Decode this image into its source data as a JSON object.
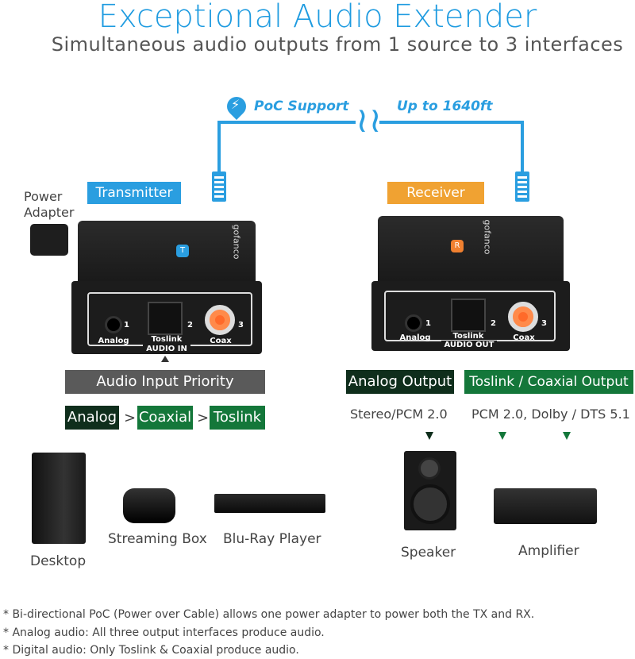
{
  "header": {
    "title": "Exceptional Audio Extender",
    "subtitle": "Simultaneous audio outputs from 1 source to 3 interfaces"
  },
  "cable": {
    "poc_label": "PoC Support",
    "distance_label": "Up to 1640ft"
  },
  "transmitter": {
    "label": "Transmitter",
    "power_label": "Power Adapter",
    "brand": "gofanco",
    "badge": "T",
    "ports": [
      {
        "name": "Analog",
        "num": "1"
      },
      {
        "name": "Toslink",
        "num": "2"
      },
      {
        "name": "Coax",
        "num": "3"
      }
    ],
    "panel_label": "AUDIO IN"
  },
  "receiver": {
    "label": "Receiver",
    "brand": "gofanco",
    "badge": "R",
    "ports": [
      {
        "name": "Analog",
        "num": "1"
      },
      {
        "name": "Toslink",
        "num": "2"
      },
      {
        "name": "Coax",
        "num": "3"
      }
    ],
    "panel_label": "AUDIO OUT"
  },
  "priority": {
    "title": "Audio Input Priority",
    "items": [
      "Analog",
      "Coaxial",
      "Toslink"
    ],
    "separator": ">"
  },
  "outputs": {
    "analog_title": "Analog Output",
    "analog_desc": "Stereo/PCM 2.0",
    "digital_title": "Toslink / Coaxial Output",
    "digital_desc": "PCM 2.0, Dolby / DTS 5.1"
  },
  "sources": [
    "Desktop",
    "Streaming Box",
    "Blu-Ray Player"
  ],
  "sinks": [
    "Speaker",
    "Amplifier"
  ],
  "footnotes": [
    "* Bi-directional PoC (Power over Cable) allows one power adapter to power both the TX and RX.",
    "* Analog audio: All three output interfaces produce audio.",
    "* Digital audio: Only Toslink & Coaxial produce audio."
  ],
  "colors": {
    "blue": "#1e9be0",
    "orange": "#f0a232",
    "dark_green": "#0f2e1c",
    "green": "#14773a",
    "gray": "#5a5a5a"
  }
}
